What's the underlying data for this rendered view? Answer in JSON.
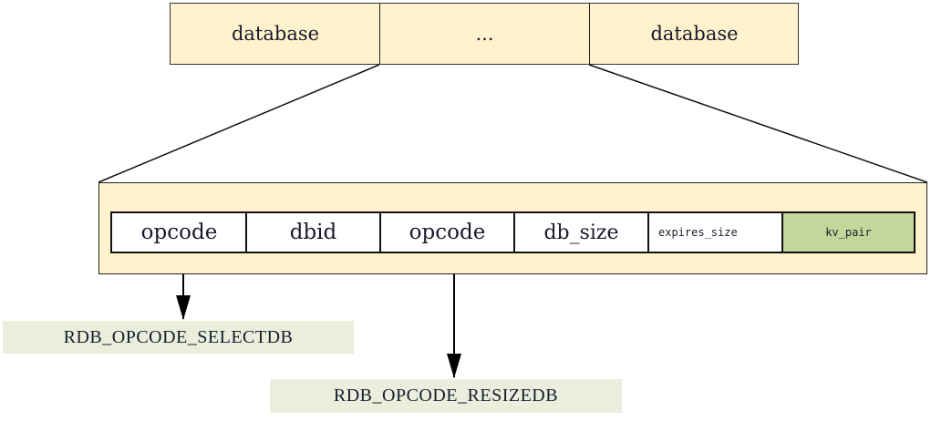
{
  "database_row": {
    "cells": [
      {
        "label": "database"
      },
      {
        "label": "..."
      },
      {
        "label": "database"
      }
    ]
  },
  "database_detail": {
    "fields": [
      {
        "label": "opcode"
      },
      {
        "label": "dbid"
      },
      {
        "label": "opcode"
      },
      {
        "label": "db_size"
      },
      {
        "label": "expires_size"
      },
      {
        "label": "kv_pair"
      }
    ]
  },
  "annotations": [
    {
      "label": "RDB_OPCODE_SELECTDB",
      "points_from": "opcode (1st)"
    },
    {
      "label": "RDB_OPCODE_RESIZEDB",
      "points_from": "opcode (2nd)"
    }
  ],
  "colors": {
    "database_fill": "#fff2cc",
    "container_fill": "#fff2cc",
    "field_fill": "#ffffff",
    "kv_pair_fill": "#c4d79b",
    "annotation_fill": "#e9efdc",
    "stroke": "#111111"
  }
}
